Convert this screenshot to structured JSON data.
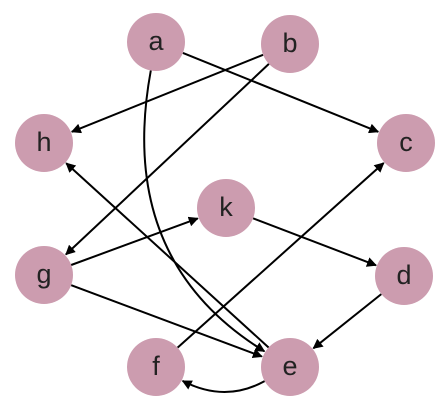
{
  "diagram": {
    "nodes": [
      {
        "id": "a",
        "label": "a"
      },
      {
        "id": "b",
        "label": "b"
      },
      {
        "id": "h",
        "label": "h"
      },
      {
        "id": "c",
        "label": "c"
      },
      {
        "id": "k",
        "label": "k"
      },
      {
        "id": "g",
        "label": "g"
      },
      {
        "id": "d",
        "label": "d"
      },
      {
        "id": "f",
        "label": "f"
      },
      {
        "id": "e",
        "label": "e"
      }
    ],
    "edges": [
      {
        "from": "a",
        "to": "c",
        "curved": false
      },
      {
        "from": "a",
        "to": "e",
        "curved": true
      },
      {
        "from": "b",
        "to": "h",
        "curved": false
      },
      {
        "from": "b",
        "to": "g",
        "curved": false
      },
      {
        "from": "e",
        "to": "h",
        "curved": false
      },
      {
        "from": "g",
        "to": "k",
        "curved": false
      },
      {
        "from": "g",
        "to": "e",
        "curved": false
      },
      {
        "from": "k",
        "to": "d",
        "curved": false
      },
      {
        "from": "d",
        "to": "e",
        "curved": false
      },
      {
        "from": "f",
        "to": "c",
        "curved": false
      },
      {
        "from": "e",
        "to": "f",
        "curved": true
      }
    ],
    "colors": {
      "node_fill": "#cc9caf",
      "edge": "#000000",
      "label": "#222222"
    }
  }
}
